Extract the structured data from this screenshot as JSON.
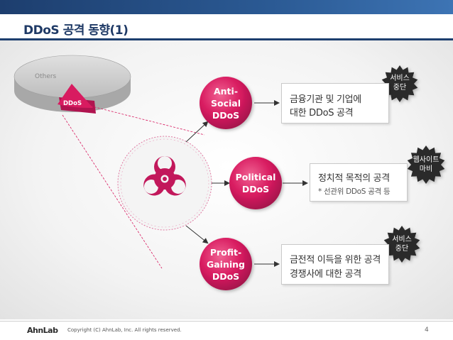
{
  "slide": {
    "title": "DDoS 공격 동향(1)",
    "page_number": "4"
  },
  "pie": {
    "labels": [
      "Others",
      "DDoS"
    ]
  },
  "categories": [
    {
      "label": "Anti-\nSocial\nDDoS",
      "line1": "금융기관 및 기업에",
      "line2": "대한 DDoS 공격",
      "badge": "서비스\n중단"
    },
    {
      "label": "Political\nDDoS",
      "line1": "정치적 목적의 공격",
      "line2": "* 선관위 DDoS 공격 등",
      "badge": "웹사이트\n마비"
    },
    {
      "label": "Profit-\nGaining\nDDoS",
      "line1": "금전적 이득을 위한 공격",
      "line2": "경쟁사에 대한 공격",
      "badge": "서비스\n중단"
    }
  ],
  "footer": {
    "logo": "AhnLab",
    "copyright": "Copyright (C) AhnLab, Inc. All rights reserved."
  },
  "colors": {
    "accent_pink": "#d81b60",
    "navy": "#1d3e6e",
    "badge_dark": "#2b2b2b"
  },
  "icons": {
    "center": "biohazard-icon"
  }
}
